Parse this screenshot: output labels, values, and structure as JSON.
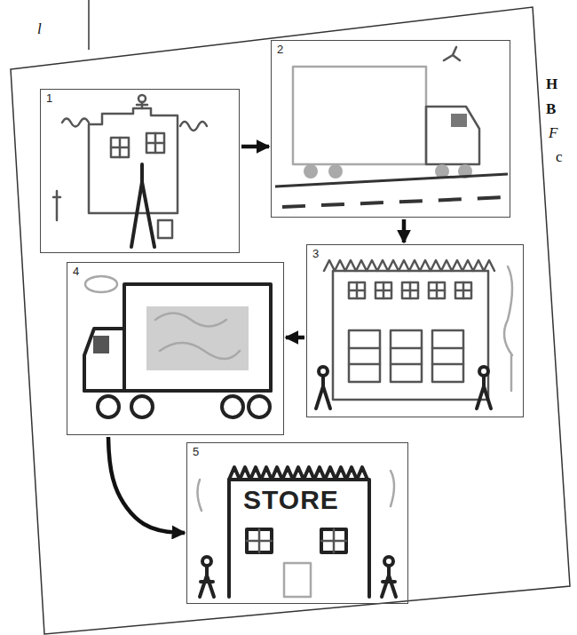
{
  "diagram": {
    "nodes": [
      {
        "text": [
          "1"
        ]
      },
      {
        "text": [
          "2"
        ]
      },
      {
        "text": [
          "3"
        ]
      },
      {
        "text": [
          "4"
        ]
      },
      {
        "text": [
          "5",
          "STORE"
        ]
      }
    ],
    "edges": [
      {
        "from": 0,
        "to": 1,
        "arrow": "to"
      },
      {
        "from": 1,
        "to": 2,
        "arrow": "to"
      },
      {
        "from": 2,
        "to": 3,
        "arrow": "to"
      },
      {
        "from": 3,
        "to": 4,
        "arrow": "to"
      }
    ],
    "labels": [
      "l",
      "H",
      "B",
      "F",
      "c"
    ]
  }
}
